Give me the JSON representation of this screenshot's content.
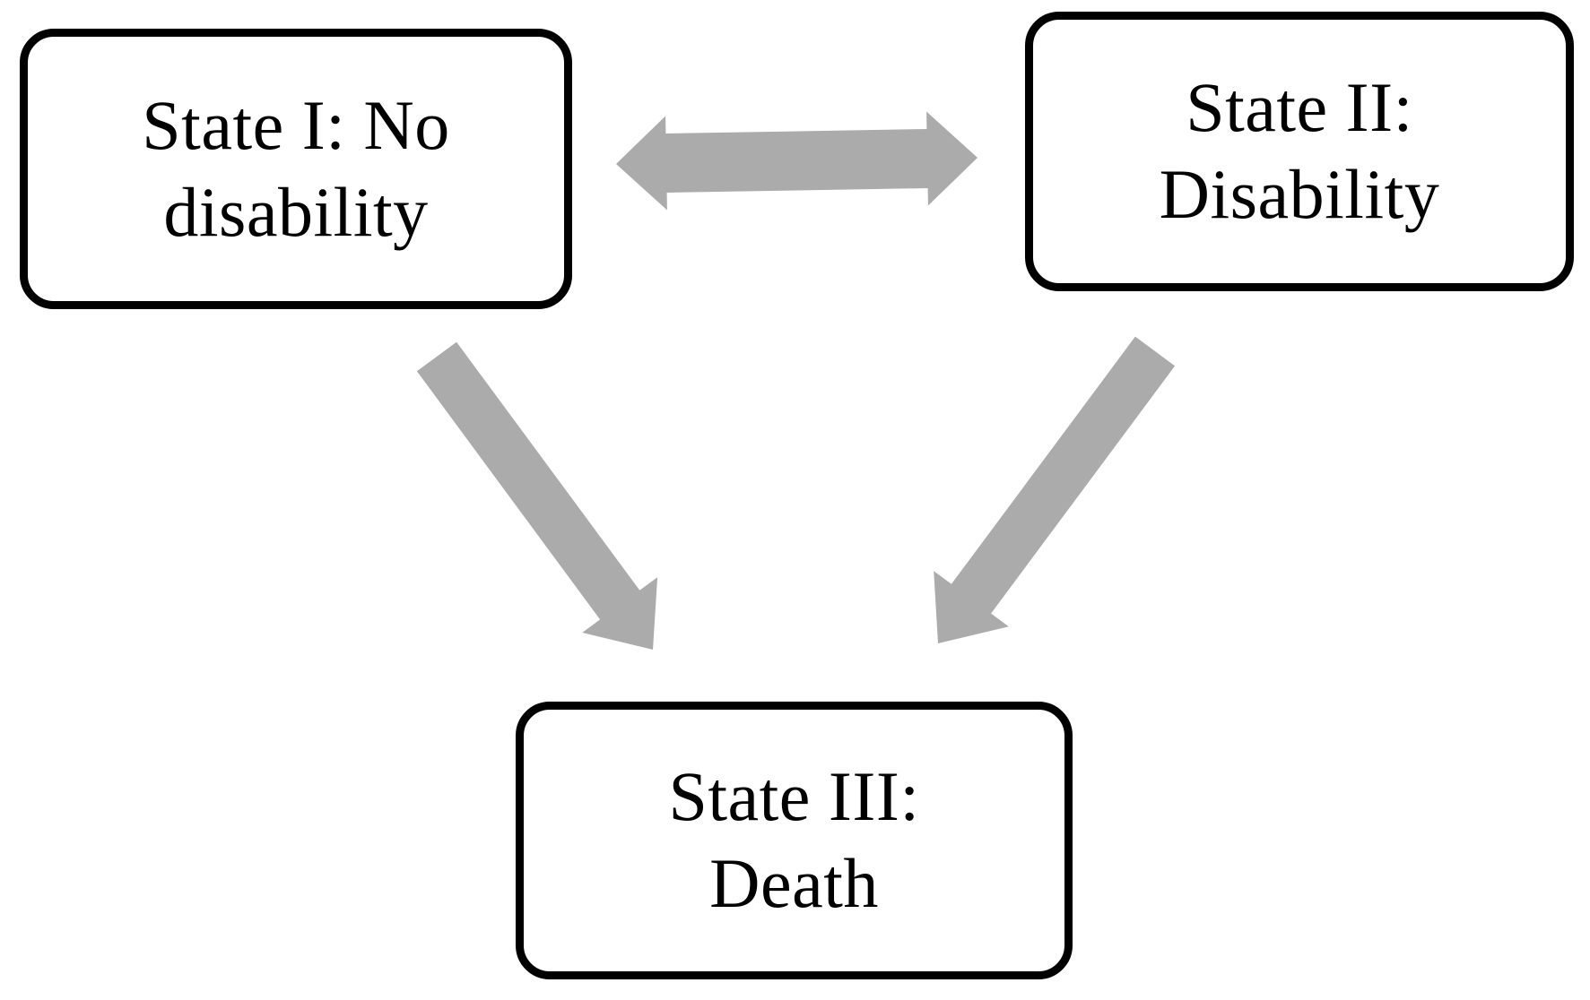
{
  "diagram": {
    "type": "state-transition-diagram",
    "background_color": "#FFFFFF",
    "node_border_color": "#000000",
    "node_text_color": "#000000",
    "arrow_color": "#ABABAB",
    "nodes": [
      {
        "id": "state-1",
        "label": "State I: No\ndisability"
      },
      {
        "id": "state-2",
        "label": "State II:\nDisability"
      },
      {
        "id": "state-3",
        "label": "State III:\nDeath"
      }
    ],
    "edges": [
      {
        "from": "state-1",
        "to": "state-2",
        "direction": "bidirectional"
      },
      {
        "from": "state-1",
        "to": "state-3",
        "direction": "one-way"
      },
      {
        "from": "state-2",
        "to": "state-3",
        "direction": "one-way"
      }
    ]
  }
}
